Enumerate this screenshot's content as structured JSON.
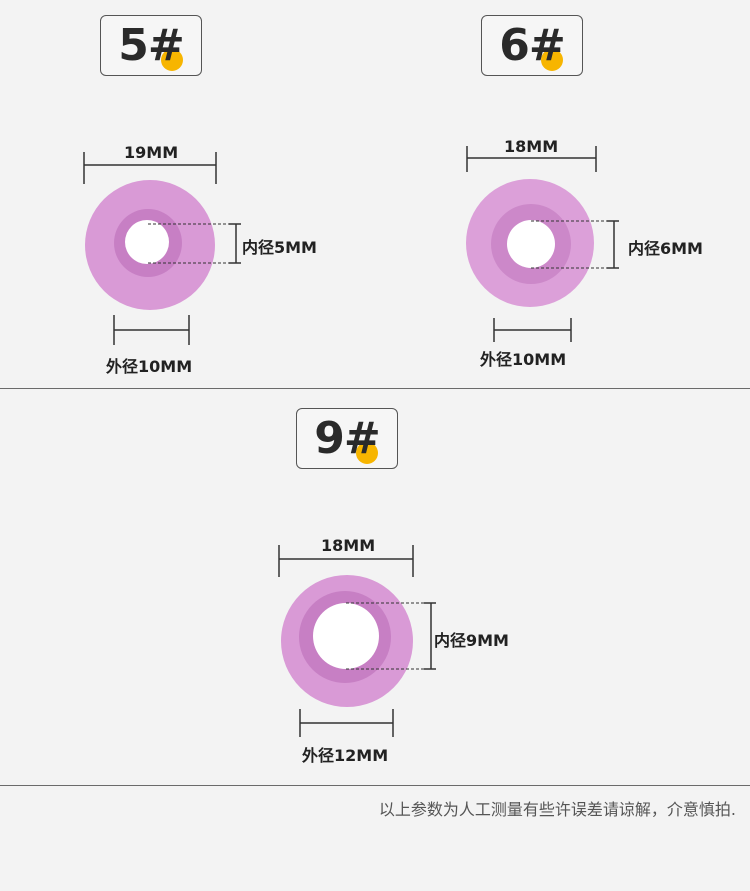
{
  "items": [
    {
      "badge": "5#",
      "top_width": "19MM",
      "inner": "内径5MM",
      "outer": "外径10MM"
    },
    {
      "badge": "6#",
      "top_width": "18MM",
      "inner": "内径6MM",
      "outer": "外径10MM"
    },
    {
      "badge": "9#",
      "top_width": "18MM",
      "inner": "内径9MM",
      "outer": "外径12MM"
    }
  ],
  "footer_note": "以上参数为人工测量有些许误差请谅解，介意慎拍.",
  "colors": {
    "background": "#f3f3f3",
    "badge_dot": "#f7b500",
    "washer_outer": "#d99ad6",
    "washer_inner": "#c77fc4",
    "divider": "#6a6a6a"
  }
}
